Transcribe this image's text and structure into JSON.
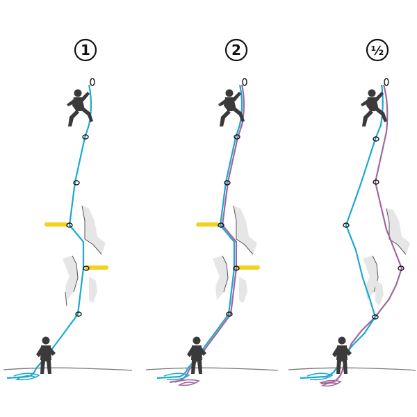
{
  "panels": [
    {
      "id": "single",
      "badge": "1",
      "ropes": [
        "blue"
      ]
    },
    {
      "id": "twin",
      "badge": "2",
      "ropes": [
        "blue",
        "purple"
      ]
    },
    {
      "id": "half",
      "badge": "½",
      "ropes": [
        "blue",
        "purple"
      ]
    }
  ],
  "colors": {
    "rope_blue": "#1ba8cf",
    "rope_purple": "#a3659c",
    "figure": "#3a3a3a",
    "sling": "#f1d21c",
    "rock_shade": "#dcdcdc",
    "rock_line": "#555555",
    "ground": "#777777"
  }
}
